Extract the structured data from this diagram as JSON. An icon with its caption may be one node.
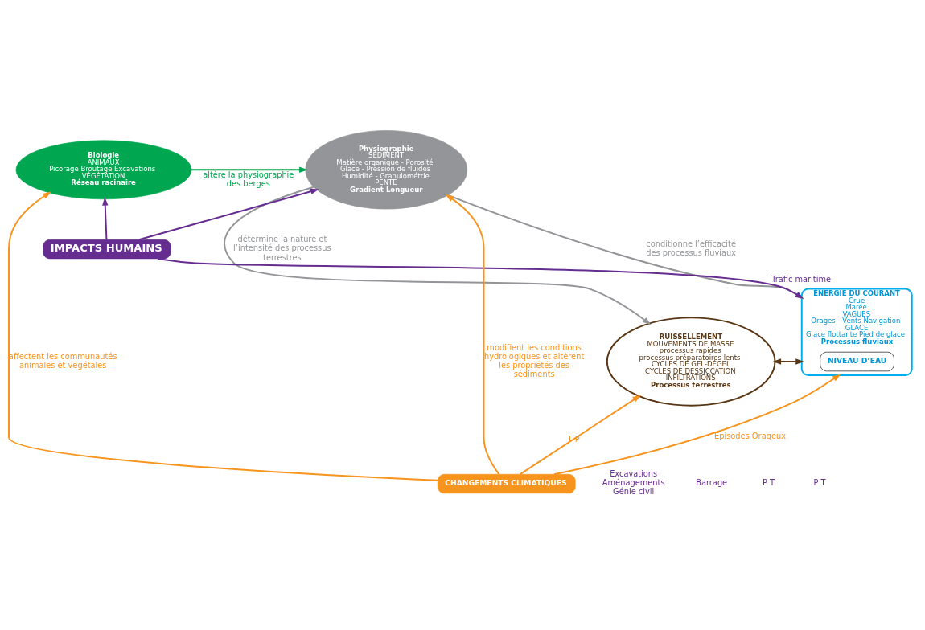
{
  "diagram": {
    "nodes": [
      {
        "text": [
          "Biologie",
          "ANIMAUX",
          "Picorage Broutage Excavations",
          "VÉGÉTATION",
          "Réseau racinaire"
        ]
      },
      {
        "text": [
          "Physiographie",
          "SÉDIMENT",
          "Matière organique - Porosité Glace - Pression de fluides Humidité - Granulométrie",
          "PENTE",
          "Gradient Longueur"
        ]
      },
      {
        "text": [
          "IMPACTS HUMAINS"
        ]
      },
      {
        "text": [
          "RUISSELLEMENT",
          "MOUVEMENTS DE MASSE",
          "processus rapides",
          "processus préparatoires lents",
          "CYCLES DE GEL-DÉGEL",
          "CYCLES DE DESSICCATION",
          "INFILTRATIONS",
          "Processus terrestres"
        ]
      },
      {
        "text": [
          "ÉNERGIE DU COURANT",
          "Crue",
          "Marée",
          "VAGUES",
          "Orages - Vents Navigation",
          "GLACE",
          "Glace flottante Pied de glace",
          "Processus fluviaux"
        ]
      },
      {
        "text": [
          "NIVEAU D’EAU"
        ],
        "in": 4
      },
      {
        "text": [
          "CHANGEMENTS CLIMATIQUES"
        ]
      }
    ],
    "edges": [
      {
        "from": 6,
        "to": 1,
        "arrow": "to",
        "label": "modifient les conditions hydrologiques et altèrent les propriétés des sédiments",
        "color": "#f7941d"
      },
      {
        "from": 0,
        "to": 1,
        "arrow": "to",
        "label": "altère la physiographie des berges",
        "color": "#00a650"
      },
      {
        "from": 6,
        "to": 0,
        "arrow": "to",
        "label": "affectent les communautés animales et végétales",
        "color": "#f7941d"
      },
      {
        "from": 1,
        "to": 4,
        "arrow": "to",
        "label": "conditionne l’efficacité des processus fluviaux",
        "color": "#939598"
      },
      {
        "from": 2,
        "to": 0,
        "arrow": "to",
        "color": "#662d91"
      },
      {
        "from": 2,
        "to": 1,
        "arrow": "to",
        "color": "#662d91"
      },
      {
        "from": 2,
        "to": 4,
        "arrow": "to",
        "label": "Trafic maritime",
        "color": "#662d91"
      },
      {
        "from": 3,
        "to": 4,
        "arrow": "both",
        "color": "#5a3714"
      },
      {
        "from": 6,
        "to": 3,
        "arrow": "to",
        "label": "T P",
        "color": "#f7941d"
      },
      {
        "from": 6,
        "to": 4,
        "arrow": "to",
        "label": "Épisodes Orageux",
        "color": "#f7941d"
      },
      {
        "from": 1,
        "to": 3,
        "arrow": "to",
        "label": "détermine la nature et l’intensité des processus terrestres",
        "color": "#939598"
      }
    ],
    "labels": [
      "Excavations Aménagements Génie civil",
      "Barrage",
      "P T",
      "P T"
    ]
  }
}
